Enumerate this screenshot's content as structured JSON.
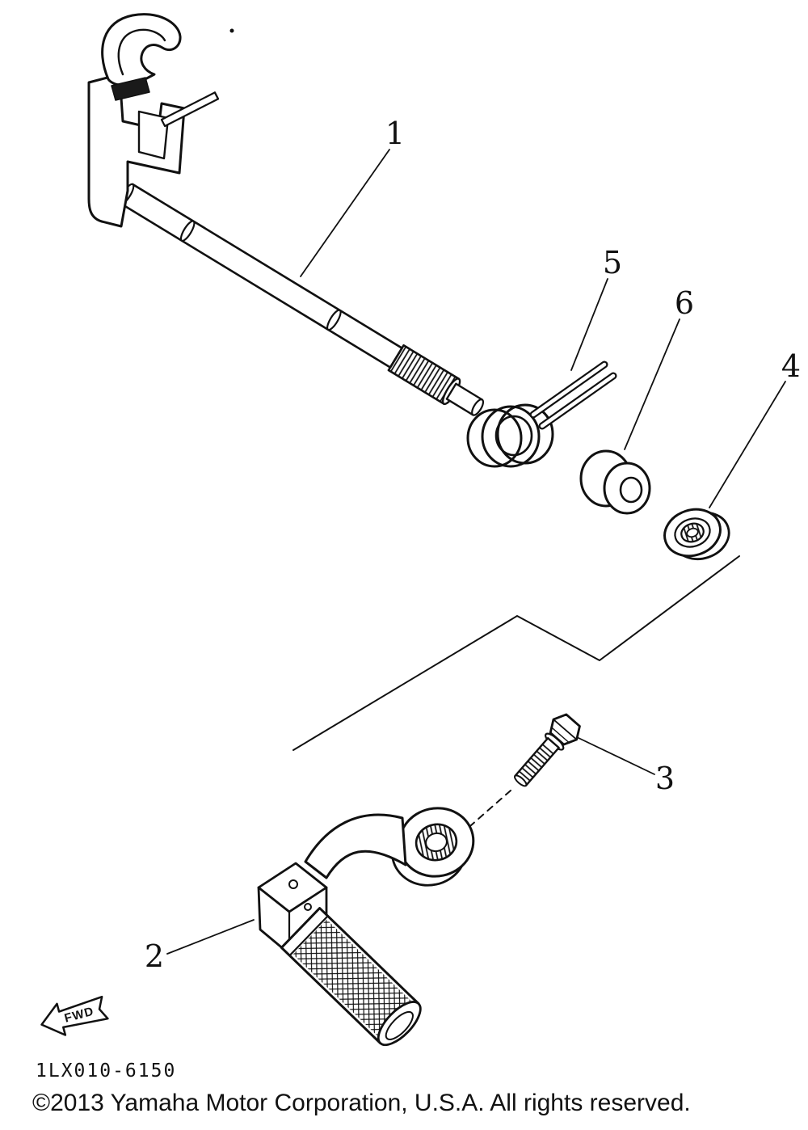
{
  "diagram": {
    "callouts": {
      "c1": "1",
      "c2": "2",
      "c3": "3",
      "c4": "4",
      "c5": "5",
      "c6": "6"
    },
    "fwd_label": "FWD",
    "footer": {
      "part_code": "1LX010-6150",
      "copyright": "©2013 Yamaha Motor Corporation, U.S.A. All rights reserved."
    }
  }
}
